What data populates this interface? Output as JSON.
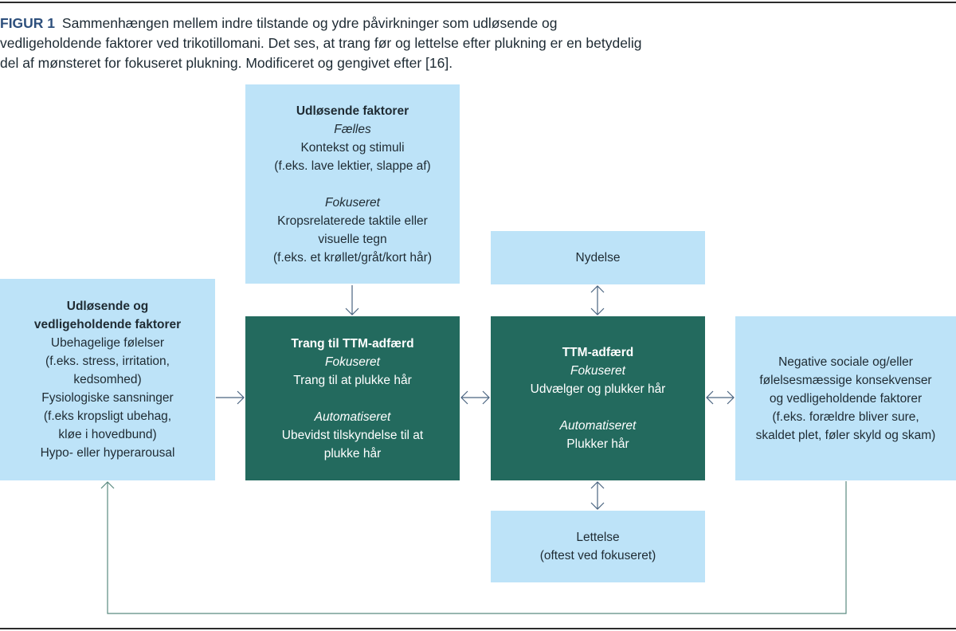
{
  "caption": {
    "label": "FIGUR 1",
    "text": "Sammenhængen mellem indre tilstande og ydre påvirkninger som udløsende og vedligeholdende faktorer ved trikotillomani. Det ses, at trang før og lettelse efter plukning er en betydelig del af mønsteret for fokuseret plukning. Modificeret og gengivet efter [16]."
  },
  "colors": {
    "light_box": "#bde3f8",
    "dark_box": "#236a5e",
    "arrow": "#4a6480",
    "feedback_line": "#5a8a80",
    "caption_label": "#2d4f7c"
  },
  "boxes": {
    "triggers_top": {
      "title": "Udløsende faktorer",
      "sub1": "Fælles",
      "line1": "Kontekst og stimuli",
      "line2": "(f.eks. lave lektier, slappe af)",
      "sub2": "Fokuseret",
      "line3": "Kropsrelaterede taktile eller",
      "line4": "visuelle tegn",
      "line5": "(f.eks. et krøllet/gråt/kort hår)"
    },
    "triggers_left": {
      "title1": "Udløsende og",
      "title2": "vedligeholdende faktorer",
      "line1": "Ubehagelige følelser",
      "line2": "(f.eks. stress, irritation,",
      "line3": "kedsomhed)",
      "line4": "Fysiologiske sansninger",
      "line5": "(f.eks kropsligt ubehag,",
      "line6": "kløe i hovedbund)",
      "line7": "Hypo- eller hyperarousal"
    },
    "urge": {
      "title": "Trang til TTM-adfærd",
      "sub1": "Fokuseret",
      "line1": "Trang til at plukke hår",
      "sub2": "Automatiseret",
      "line2": "Ubevidst tilskyndelse til at",
      "line3": "plukke hår"
    },
    "behavior": {
      "title": "TTM-adfærd",
      "sub1": "Fokuseret",
      "line1": "Udvælger og plukker hår",
      "sub2": "Automatiseret",
      "line2": "Plukker hår"
    },
    "pleasure": {
      "line1": "Nydelse"
    },
    "relief": {
      "line1": "Lettelse",
      "line2": "(oftest ved fokuseret)"
    },
    "consequences": {
      "line1": "Negative sociale og/eller",
      "line2": "følelsesmæssige konsekvenser",
      "line3": "og vedligeholdende faktorer",
      "line4": "(f.eks. forældre bliver sure,",
      "line5": "skaldet plet, føler skyld og skam)"
    }
  },
  "connections": [
    {
      "from": "triggers_top",
      "to": "urge",
      "type": "one-way"
    },
    {
      "from": "triggers_left",
      "to": "urge",
      "type": "one-way"
    },
    {
      "from": "urge",
      "to": "behavior",
      "type": "two-way"
    },
    {
      "from": "behavior",
      "to": "pleasure",
      "type": "two-way"
    },
    {
      "from": "behavior",
      "to": "relief",
      "type": "two-way"
    },
    {
      "from": "behavior",
      "to": "consequences",
      "type": "two-way"
    },
    {
      "from": "consequences",
      "to": "triggers_left",
      "type": "feedback-loop"
    }
  ]
}
